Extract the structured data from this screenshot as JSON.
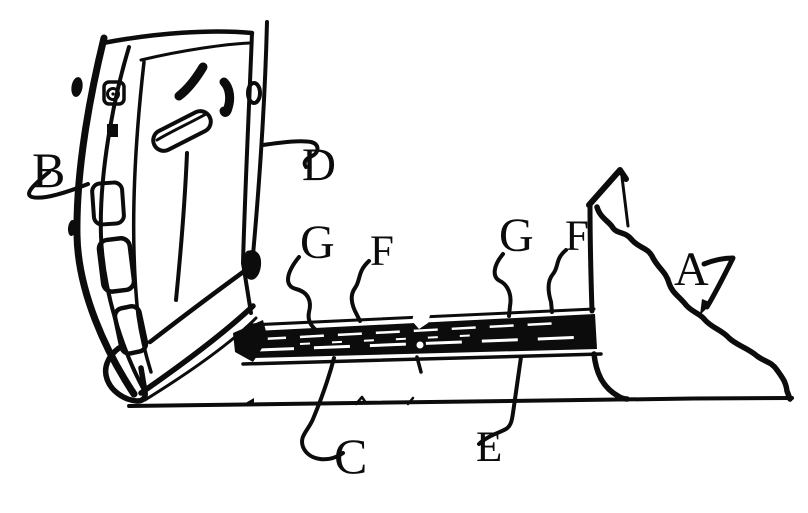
{
  "figure": {
    "labels": {
      "a": "A",
      "b": "B",
      "c": "C",
      "d": "D",
      "e": "E",
      "f_left": "F",
      "f_right": "F",
      "g_left": "G",
      "g_right": "G"
    },
    "colors": {
      "ink": "#0c0c0c",
      "paper": "#ffffff"
    }
  }
}
